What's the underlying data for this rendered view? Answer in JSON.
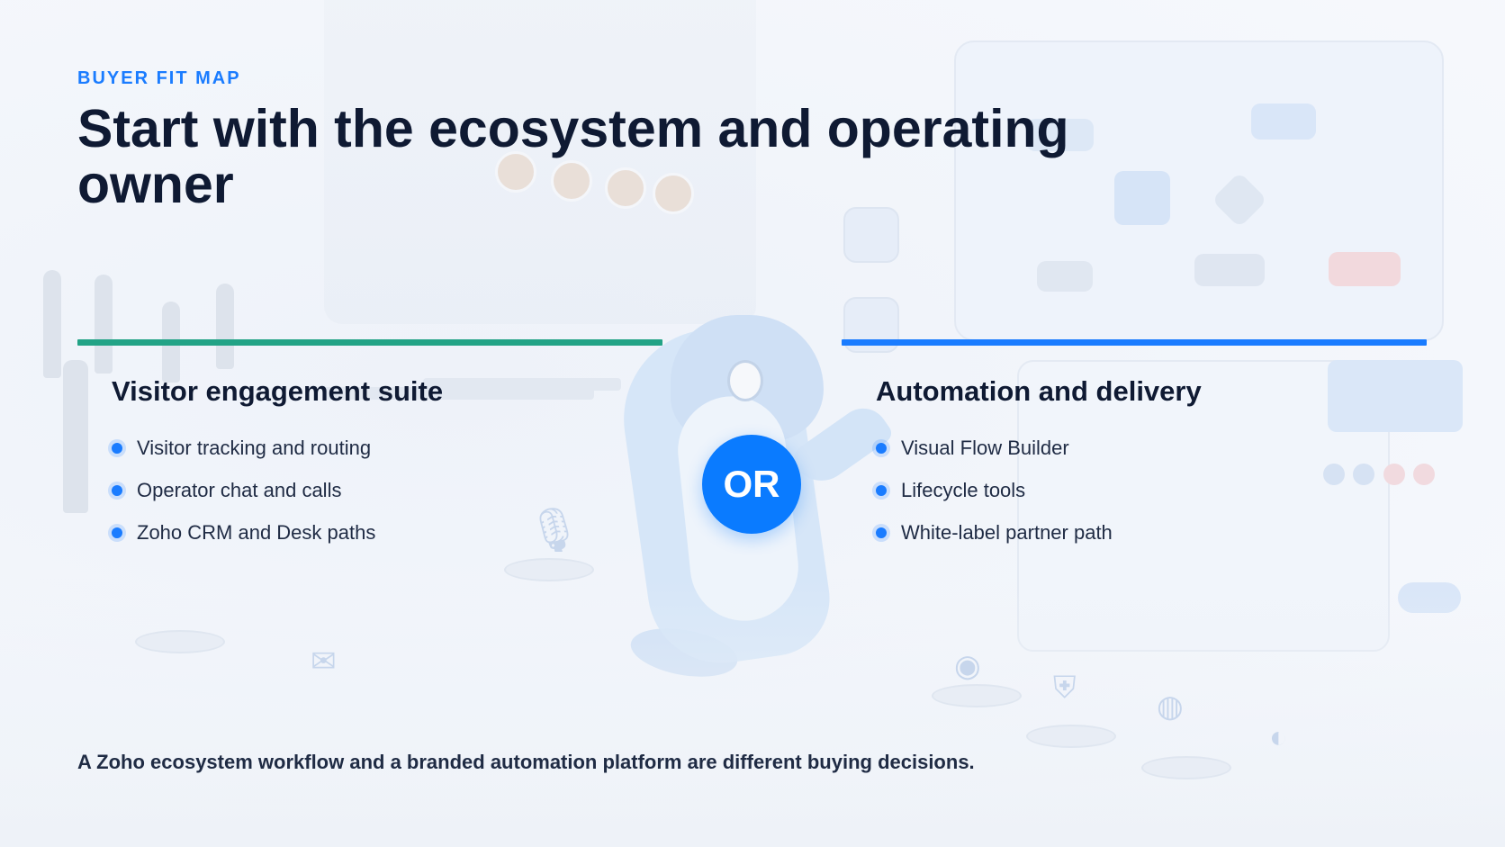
{
  "eyebrow": "BUYER FIT MAP",
  "title": "Start with the ecosystem and operating owner",
  "left": {
    "heading": "Visitor engagement suite",
    "items": [
      "Visitor tracking and routing",
      "Operator chat and calls",
      "Zoho CRM and Desk paths"
    ],
    "accent": "#22a386"
  },
  "divider": "OR",
  "right": {
    "heading": "Automation and delivery",
    "items": [
      "Visual Flow Builder",
      "Lifecycle tools",
      "White-label partner path"
    ],
    "accent": "#1a7cff"
  },
  "footnote": "A Zoho ecosystem workflow and a branded automation platform are different buying decisions.",
  "colors": {
    "brand": "#1a7cff",
    "text": "#0f1a33"
  }
}
